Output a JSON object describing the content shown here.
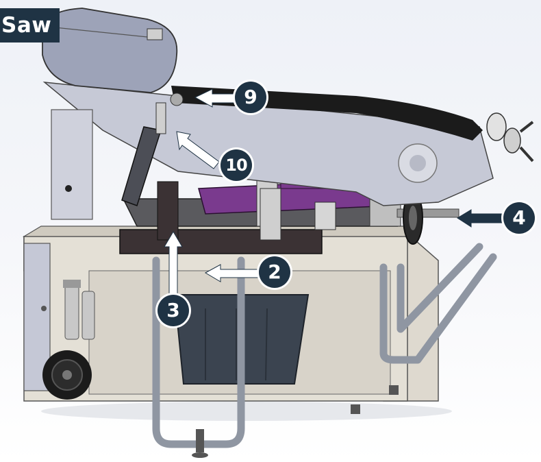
{
  "title_tag": {
    "text": "Saw"
  },
  "callouts": [
    {
      "id": "9",
      "text": "9"
    },
    {
      "id": "10",
      "text": "10"
    },
    {
      "id": "4",
      "text": "4"
    },
    {
      "id": "2",
      "text": "2"
    },
    {
      "id": "3",
      "text": "3"
    }
  ],
  "colors": {
    "callout": "#1f3344",
    "machine_base": "#e2ddd4",
    "machine_panel": "#c9ccd9",
    "blade_belt": "#1b1b1b",
    "clamp_dark": "#3a3133",
    "purple_table": "#7a3a8e",
    "frame_tube": "#9aa0aa"
  }
}
